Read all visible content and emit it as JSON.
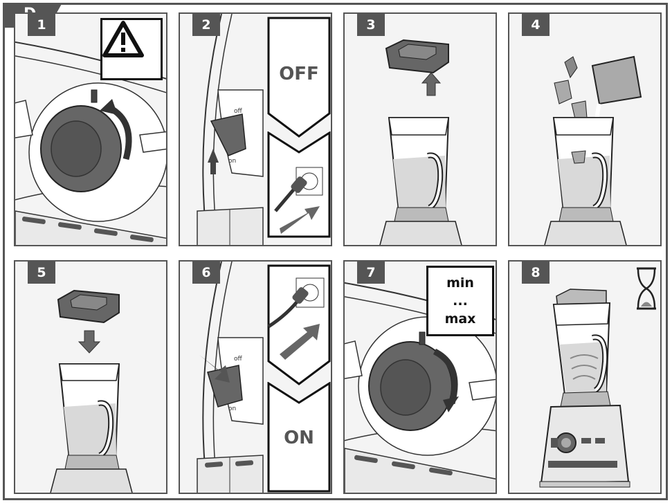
{
  "section_label": "D",
  "steps": [
    {
      "number": "1"
    },
    {
      "number": "2",
      "switch_off": "off",
      "switch_on": "on",
      "state_text": "OFF"
    },
    {
      "number": "3"
    },
    {
      "number": "4"
    },
    {
      "number": "5"
    },
    {
      "number": "6",
      "switch_off": "off",
      "switch_on": "on",
      "state_text": "ON"
    },
    {
      "number": "7",
      "speed_min": "min",
      "speed_dots": "...",
      "speed_max": "max"
    },
    {
      "number": "8"
    }
  ],
  "colors": {
    "frame": "#555555",
    "panel_bg": "#f4f4f4",
    "dark_part": "#666666",
    "liquid": "#d9d9d9",
    "outline": "#222222"
  },
  "icons": [
    "warning-icon",
    "power-plug-icon",
    "hourglass-icon"
  ]
}
